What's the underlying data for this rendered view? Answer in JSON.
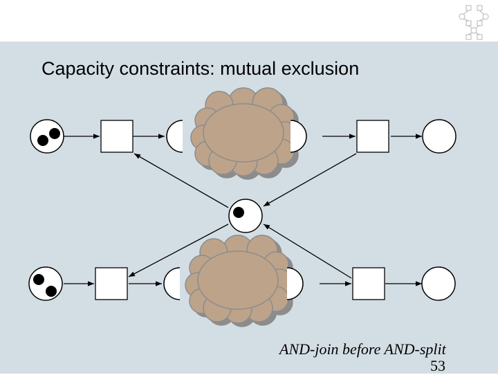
{
  "slide": {
    "title": "Capacity constraints: mutual exclusion",
    "caption": "AND-join before AND-split",
    "page_number": "53"
  },
  "diagram": {
    "places": [
      {
        "id": "p-start-top",
        "tokens": 2
      },
      {
        "id": "p-mid-top-left",
        "tokens": 0
      },
      {
        "id": "p-mid-top-right",
        "tokens": 0
      },
      {
        "id": "p-end-top",
        "tokens": 0
      },
      {
        "id": "p-mutex",
        "tokens": 1
      },
      {
        "id": "p-start-bottom",
        "tokens": 2
      },
      {
        "id": "p-mid-bottom-left",
        "tokens": 0
      },
      {
        "id": "p-mid-bottom-right",
        "tokens": 0
      },
      {
        "id": "p-end-bottom",
        "tokens": 0
      }
    ],
    "transitions": [
      "t-top-begin",
      "t-top-end",
      "t-bottom-begin",
      "t-bottom-end"
    ],
    "clouds": [
      "critical-section-top",
      "critical-section-bottom"
    ]
  },
  "colors": {
    "background": "#d3dee4",
    "cloud_fill": "#bda38a",
    "cloud_shadow": "#8c8c8c",
    "stroke": "#000000"
  }
}
